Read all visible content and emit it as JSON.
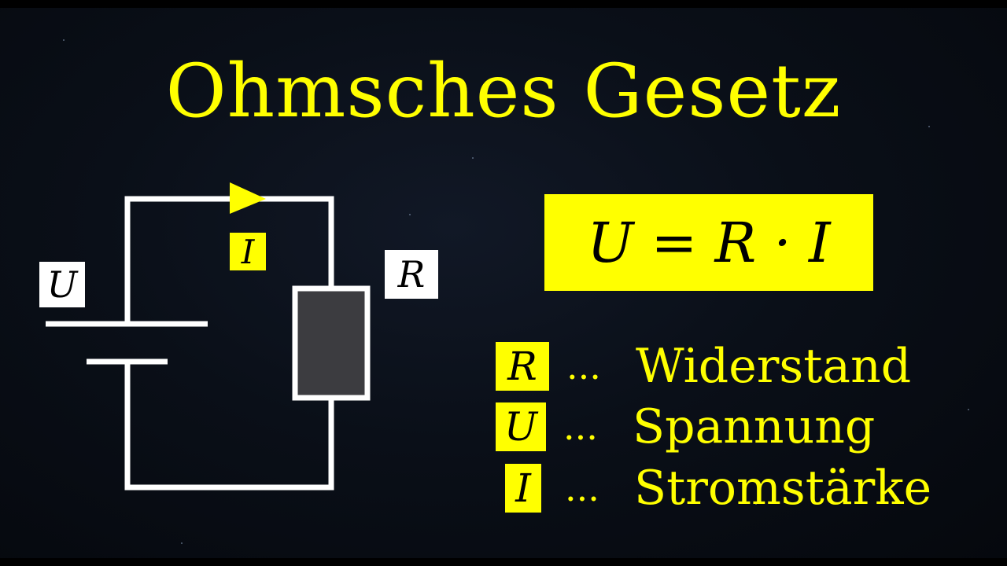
{
  "title": "Ohmsches Gesetz",
  "formula": "U = R · I",
  "circuit": {
    "voltage_label": "U",
    "current_label": "I",
    "resistor_label": "R"
  },
  "legend": [
    {
      "symbol": "R",
      "separator": "...",
      "meaning": "Widerstand"
    },
    {
      "symbol": "U",
      "separator": "...",
      "meaning": "Spannung"
    },
    {
      "symbol": "I",
      "separator": "...",
      "meaning": "Stromstärke"
    }
  ],
  "colors": {
    "accent": "#ffff00",
    "wire": "#ffffff",
    "resistor_fill": "#3c3c40",
    "background": "#0a0f18"
  }
}
